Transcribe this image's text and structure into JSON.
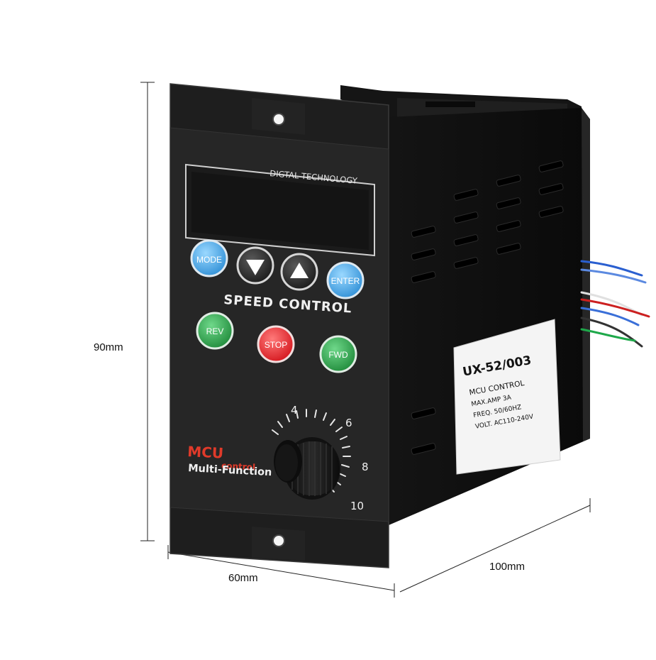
{
  "dimensions": {
    "height": "90mm",
    "width": "60mm",
    "depth": "100mm"
  },
  "panel": {
    "display_header": "DIGTAL TECHNOLOGY",
    "speed_control": "SPEED CONTROL",
    "brand_mcu": "MCU",
    "brand_control": "control",
    "brand_multi": "Multi-Function"
  },
  "buttons": {
    "mode": "MODE",
    "enter": "ENTER",
    "rev": "REV",
    "stop": "STOP",
    "fwd": "FWD"
  },
  "dial": {
    "scale_labels": [
      "4",
      "6",
      "8",
      "10"
    ]
  },
  "side_label": {
    "model": "UX-52/003",
    "line1": "MCU CONTROL",
    "line2": "MAX.AMP 3A",
    "line3": "FREQ. 50/60HZ",
    "line4": "VOLT. AC110-240V"
  },
  "colors": {
    "housing": "#1c1c1c",
    "panel": "#262626",
    "mode_enter": "#3fa9e8",
    "rev_fwd": "#2fa04a",
    "stop": "#e5232a",
    "brand_red": "#e03a2a"
  }
}
